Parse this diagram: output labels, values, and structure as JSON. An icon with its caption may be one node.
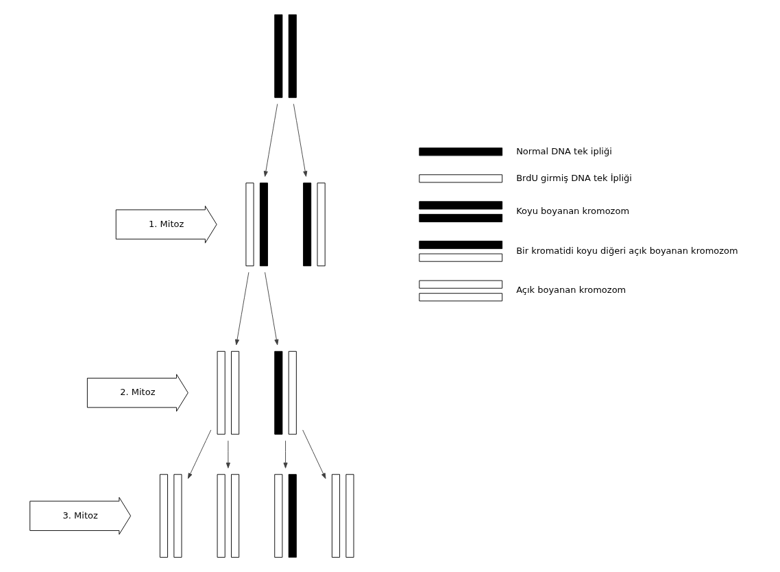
{
  "diagram": {
    "nodes": [
      {
        "text": [],
        "shape": "picture"
      },
      {
        "text": [],
        "shape": "picture"
      },
      {
        "text": [],
        "shape": "picture"
      },
      {
        "text": [],
        "shape": "picture"
      },
      {
        "text": [],
        "shape": "picture"
      },
      {
        "text": [],
        "shape": "picture"
      },
      {
        "text": [],
        "shape": "picture"
      },
      {
        "text": [],
        "shape": "picture"
      },
      {
        "text": [],
        "shape": "picture"
      },
      {
        "text": [
          "1. Mitoz"
        ]
      },
      {
        "text": [
          "2. Mitoz"
        ]
      },
      {
        "text": [
          "3. Mitoz"
        ]
      }
    ],
    "edges": [
      {
        "from": 0,
        "to": 1,
        "arrow": "to"
      },
      {
        "from": 0,
        "to": 2,
        "arrow": "to"
      },
      {
        "from": 1,
        "to": 3,
        "arrow": "to"
      },
      {
        "from": 1,
        "to": 4,
        "arrow": "to"
      },
      {
        "from": 3,
        "to": 5,
        "arrow": "to"
      },
      {
        "from": 3,
        "to": 6,
        "arrow": "to"
      },
      {
        "from": 4,
        "to": 7,
        "arrow": "to"
      },
      {
        "from": 4,
        "to": 8,
        "arrow": "to"
      }
    ],
    "legend": [
      {
        "text": "Normal DNA tek ipliği"
      },
      {
        "text": "BrdU girmiş DNA tek İpliği"
      },
      {
        "text": "Koyu boyanan kromozom"
      },
      {
        "text": "Bir kromatidi koyu diğeri açık boyanan kromozom"
      },
      {
        "text": "Açık boyanan kromozom"
      }
    ]
  }
}
